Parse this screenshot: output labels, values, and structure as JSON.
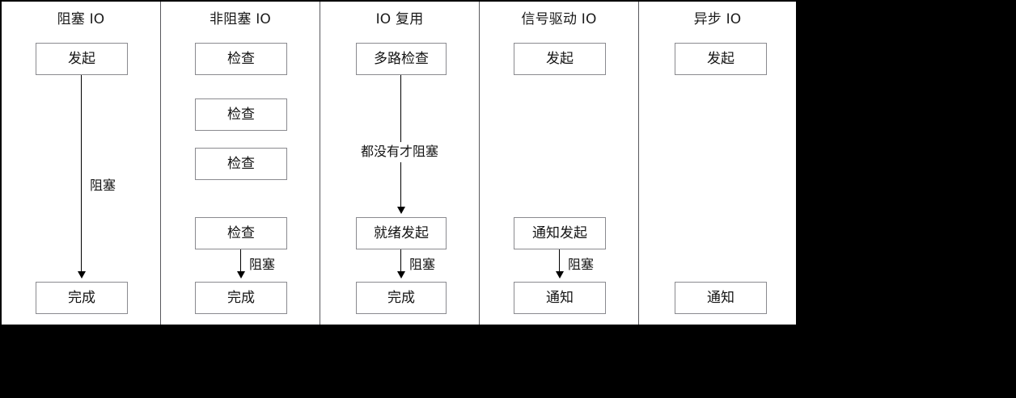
{
  "diagram": {
    "title_semantic": "five-io-models-comparison",
    "background_color": "#000000",
    "plate_color": "#ffffff",
    "box_border_color": "#8a8a8f",
    "line_color": "#000000",
    "columns": [
      {
        "id": "blocking-io",
        "title": "阻塞 IO",
        "nodes": [
          {
            "label": "发起"
          },
          {
            "label": "完成"
          }
        ],
        "edges": [
          {
            "label": "阻塞"
          }
        ]
      },
      {
        "id": "non-blocking-io",
        "title": "非阻塞 IO",
        "nodes": [
          {
            "label": "检查"
          },
          {
            "label": "检查"
          },
          {
            "label": "检查"
          },
          {
            "label": "检查"
          },
          {
            "label": "完成"
          }
        ],
        "edges": [
          {
            "label": "阻塞"
          }
        ]
      },
      {
        "id": "io-multiplexing",
        "title": "IO 复用",
        "nodes": [
          {
            "label": "多路检查"
          },
          {
            "label": "就绪发起"
          },
          {
            "label": "完成"
          }
        ],
        "edges": [
          {
            "label": "都没有才阻塞"
          },
          {
            "label": "阻塞"
          }
        ]
      },
      {
        "id": "signal-driven-io",
        "title": "信号驱动 IO",
        "nodes": [
          {
            "label": "发起"
          },
          {
            "label": "通知发起"
          },
          {
            "label": "通知"
          }
        ],
        "edges": [
          {
            "label": "阻塞"
          }
        ]
      },
      {
        "id": "asynchronous-io",
        "title": "异步 IO",
        "nodes": [
          {
            "label": "发起"
          },
          {
            "label": "通知"
          }
        ],
        "edges": []
      }
    ]
  }
}
